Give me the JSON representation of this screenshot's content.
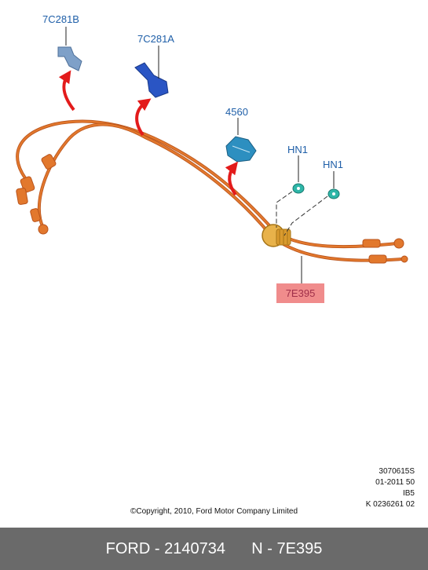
{
  "diagram": {
    "labels": {
      "part_7c281b": "7C281B",
      "part_7c281a": "7C281A",
      "part_4560": "4560",
      "part_hn1_a": "HN1",
      "part_hn1_b": "HN1",
      "part_7e395": "7E395"
    },
    "reference": {
      "line1": "3070615S",
      "line2": "01-2011 50",
      "line3": "IB5",
      "line4": "K 0236261 02"
    },
    "copyright": "©Copyright, 2010, Ford Motor Company Limited"
  },
  "footer": {
    "brand_part": "FORD - 2140734",
    "name_part": "N - 7E395"
  },
  "colors": {
    "cable": "#e2782d",
    "cable_dark": "#b9531b",
    "arrow": "#e31b1b",
    "label_blue": "#1f5fa8",
    "highlight": "#f08c8c",
    "footer_bg": "#6a6a6a"
  }
}
